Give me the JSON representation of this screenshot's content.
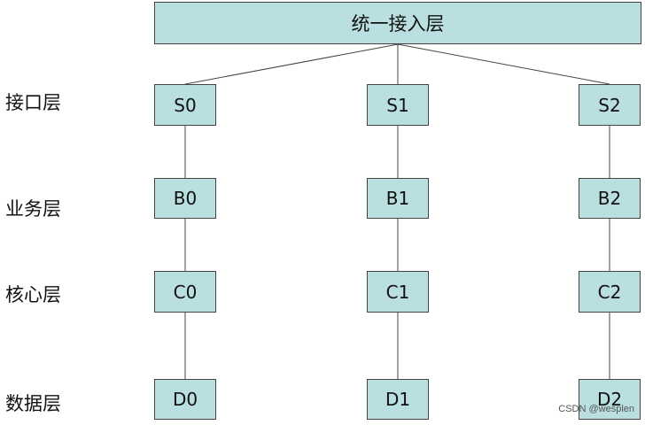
{
  "top_node": "统一接入层",
  "layers": [
    {
      "label": "接口层",
      "nodes": [
        "S0",
        "S1",
        "S2"
      ]
    },
    {
      "label": "业务层",
      "nodes": [
        "B0",
        "B1",
        "B2"
      ]
    },
    {
      "label": "核心层",
      "nodes": [
        "C0",
        "C1",
        "C2"
      ]
    },
    {
      "label": "数据层",
      "nodes": [
        "D0",
        "D1",
        "D2"
      ]
    }
  ],
  "watermark": "CSDN @wesplen",
  "colors": {
    "node_fill": "#b9dfe0",
    "border": "#444444",
    "line": "#444444"
  }
}
